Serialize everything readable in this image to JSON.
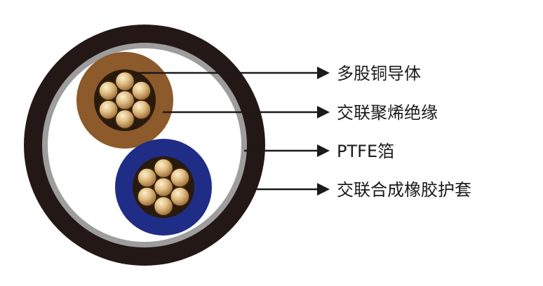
{
  "labels": {
    "conductor": "多股铜导体",
    "insulation": "交联聚烯绝缘",
    "shield": "PTFE箔",
    "sheath": "交联合成橡胶护套"
  },
  "colors": {
    "sheath": "#231815",
    "shield": "#9d9d9d",
    "filler": "#ffffff",
    "insulation_core_1": "#8c5a2b",
    "insulation_core_2": "#1f2d86",
    "copper_light": "#f1d7a3",
    "copper_dark": "#a0703a",
    "callout_line": "#1a1a1a"
  }
}
